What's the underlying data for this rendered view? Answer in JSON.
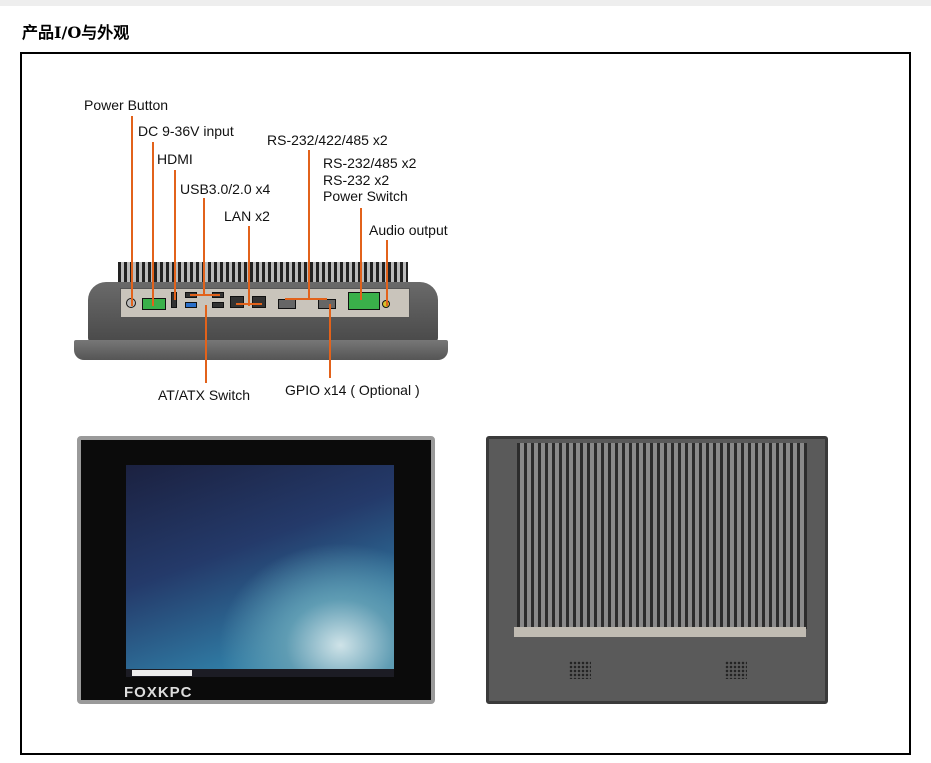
{
  "title": "产品I/O与外观",
  "io_labels": {
    "power_button": "Power Button",
    "dc_input": "DC 9-36V input",
    "hdmi": "HDMI",
    "usb": "USB3.0/2.0 x4",
    "lan": "LAN x2",
    "rs232_422_485": "RS-232/422/485 x2",
    "rs232_485": "RS-232/485 x2",
    "rs232": "RS-232 x2",
    "power_switch": "Power Switch",
    "audio": "Audio output",
    "at_atx": "AT/ATX Switch",
    "gpio": "GPIO x14 ( Optional )"
  },
  "front_logo": "FOXKPC",
  "accent": "#e2621b"
}
